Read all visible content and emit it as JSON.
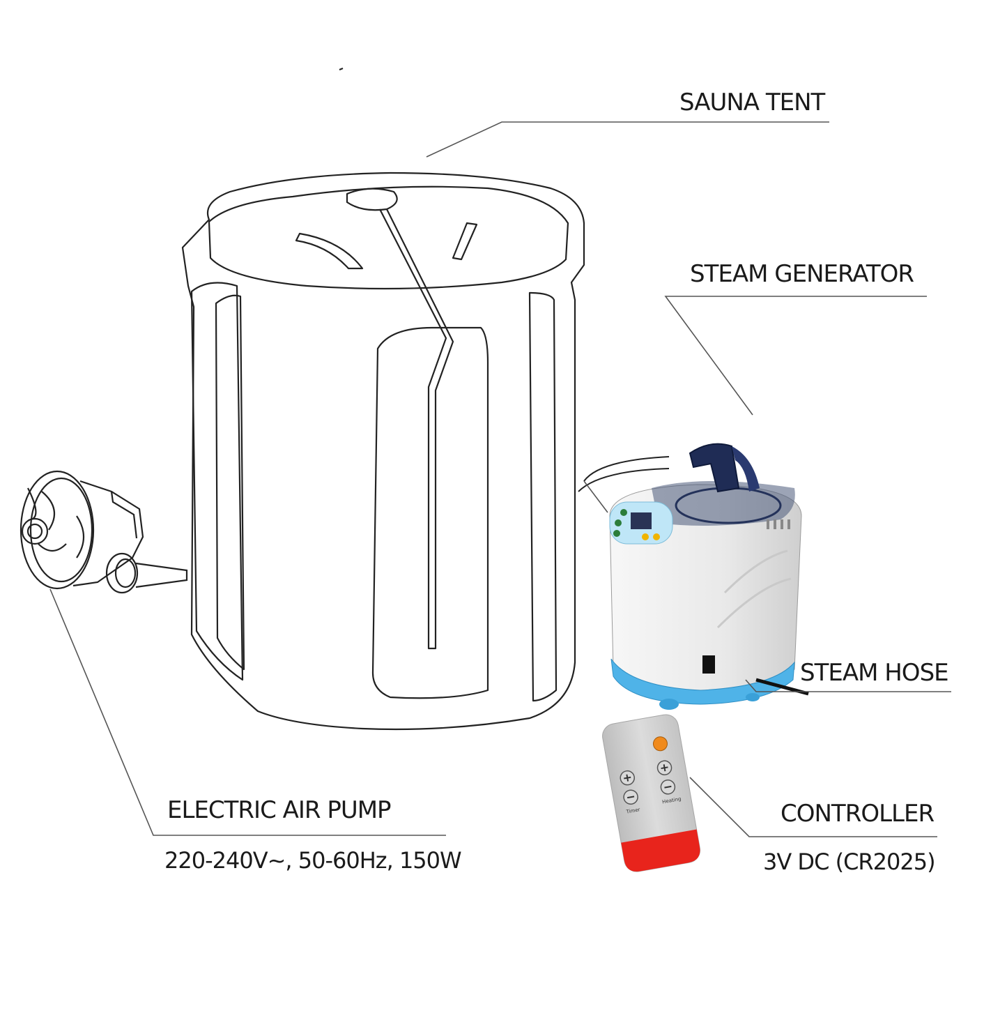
{
  "labels": {
    "sauna_tent": "SAUNA TENT",
    "steam_generator": "STEAM GENERATOR",
    "steam_hose": "STEAM HOSE",
    "electric_air_pump": "ELECTRIC AIR PUMP",
    "air_pump_spec": "220-240V~, 50-60Hz, 150W",
    "controller": "CONTROLLER",
    "controller_spec": "3V DC (CR2025)"
  },
  "remote": {
    "timer_label": "Timer",
    "heating_label": "Heating"
  },
  "colors": {
    "outline": "#222222",
    "generator_body": "#ebebeb",
    "generator_base": "#4fb3e8",
    "remote_body": "#d2d2d2",
    "remote_red_cap": "#e8241c",
    "power_button": "#f08a1c"
  }
}
